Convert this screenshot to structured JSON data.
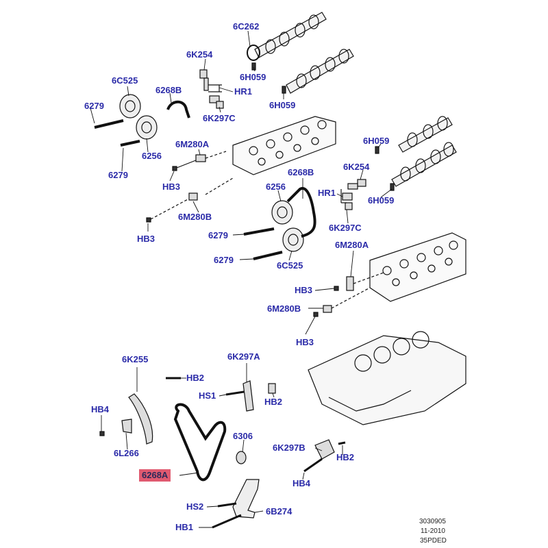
{
  "colors": {
    "label": "#2a2aa8",
    "highlight": "#e05a70",
    "line": "#111111"
  },
  "labels": {
    "p_6C262": "6C262",
    "p_6K254_top": "6K254",
    "p_HR1_top": "HR1",
    "p_6H059_a": "6H059",
    "p_6H059_b": "6H059",
    "p_6C525_top": "6C525",
    "p_6268B_top": "6268B",
    "p_6279_a": "6279",
    "p_6K297C_top": "6K297C",
    "p_6256_top": "6256",
    "p_6279_b": "6279",
    "p_6M280A_top": "6M280A",
    "p_HB3_a": "HB3",
    "p_6M280B_top": "6M280B",
    "p_HB3_b": "HB3",
    "p_6H059_c": "6H059",
    "p_6K254_right": "6K254",
    "p_HR1_right": "HR1",
    "p_6H059_d": "6H059",
    "p_6268B_right": "6268B",
    "p_6256_right": "6256",
    "p_6K297C_right": "6K297C",
    "p_6279_c": "6279",
    "p_6M280A_right": "6M280A",
    "p_6279_d": "6279",
    "p_6C525_right": "6C525",
    "p_HB3_c": "HB3",
    "p_6M280B_right": "6M280B",
    "p_HB3_d": "HB3",
    "p_6K255": "6K255",
    "p_6K297A": "6K297A",
    "p_HB2_a": "HB2",
    "p_HS1": "HS1",
    "p_HB2_b": "HB2",
    "p_HB4_a": "HB4",
    "p_6306": "6306",
    "p_6L266": "6L266",
    "p_6K297B": "6K297B",
    "p_HB2_c": "HB2",
    "p_6268A": "6268A",
    "p_HB4_b": "HB4",
    "p_HS2": "HS2",
    "p_6B274": "6B274",
    "p_HB1": "HB1"
  },
  "footer": {
    "line1": "3030905",
    "line2": "11-2010",
    "line3": "35PDED"
  }
}
